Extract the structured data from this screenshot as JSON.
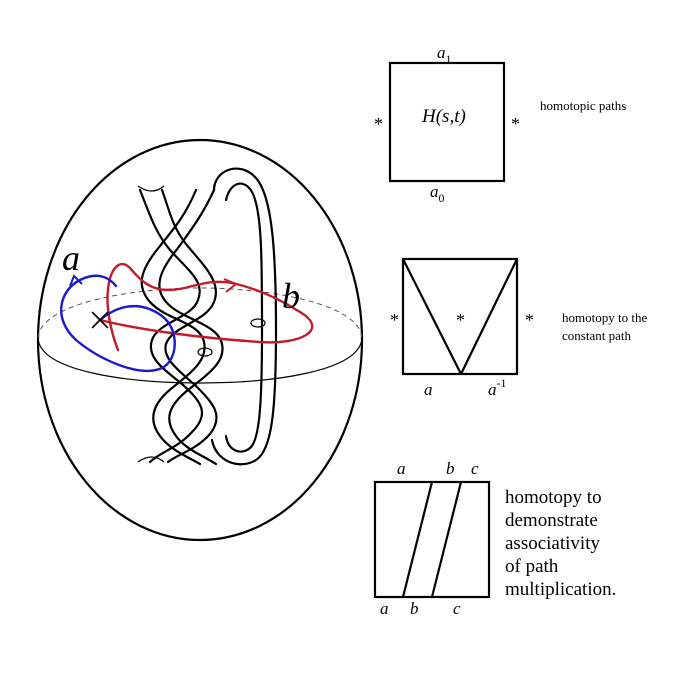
{
  "colors": {
    "path_a": "#1a1acc",
    "path_b": "#c41a2e",
    "stroke": "#000000"
  },
  "sphere": {
    "label_a": "a",
    "label_b": "b"
  },
  "panel1": {
    "top": "a",
    "top_sub": "1",
    "bottom": "a",
    "bottom_sub": "0",
    "center": "H(s,t)",
    "left_star": "*",
    "right_star": "*",
    "caption": "homotopic paths"
  },
  "panel2": {
    "left_star": "*",
    "center_star": "*",
    "right_star": "*",
    "bottom_left": "a",
    "bottom_right": "a",
    "bottom_right_sup": "-1",
    "caption_line1": "homotopy to the",
    "caption_line2": "constant path"
  },
  "panel3": {
    "top_a": "a",
    "top_b": "b",
    "top_c": "c",
    "bottom_a": "a",
    "bottom_b": "b",
    "bottom_c": "c",
    "caption_lines": [
      "homotopy to",
      "demonstrate",
      "associativity",
      "of path",
      "multiplication."
    ]
  }
}
